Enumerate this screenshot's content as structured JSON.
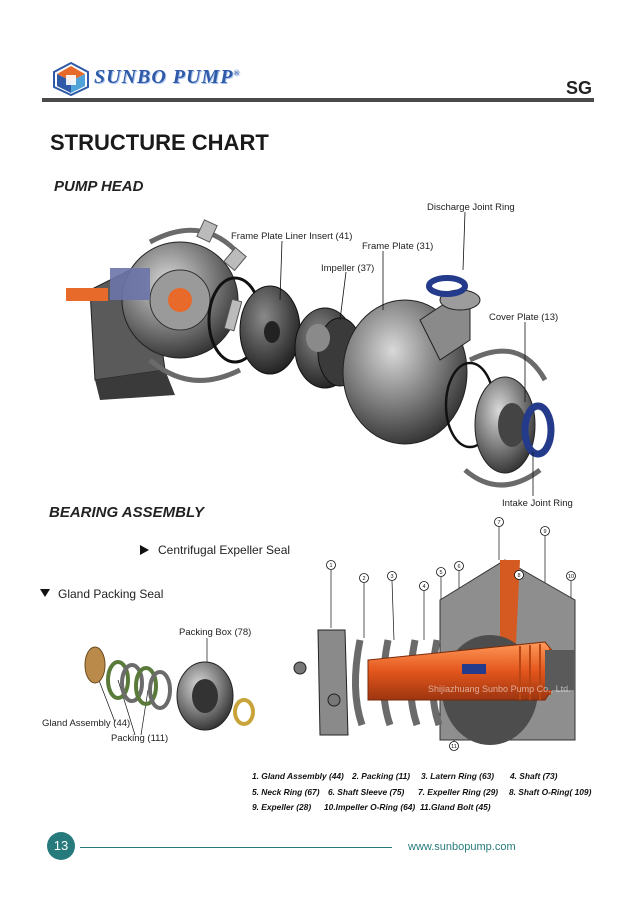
{
  "header": {
    "brand": "SUNBO PUMP",
    "registered_mark": "®",
    "model": "SG",
    "logo_icon": "hexagon-cube-logo-icon"
  },
  "page_title": "STRUCTURE CHART",
  "pump_head": {
    "heading": "PUMP HEAD",
    "callouts": {
      "discharge_joint_ring": "Discharge Joint Ring",
      "frame_plate_liner_insert": "Frame Plate Liner Insert (41)",
      "frame_plate": "Frame Plate (31)",
      "impeller": "Impeller (37)",
      "cover_plate": "Cover Plate (13)",
      "intake_joint_ring": "Intake Joint Ring"
    }
  },
  "bearing_assembly": {
    "heading": "BEARING ASSEMBLY",
    "centrifugal_seal": "Centrifugal Expeller Seal",
    "gland_seal": "Gland Packing Seal",
    "gland_callouts": {
      "packing_box": "Packing Box (78)",
      "gland_assembly": "Gland Assembly (44)",
      "packing": "Packing (111)"
    },
    "numbers": [
      "1",
      "2",
      "3",
      "4",
      "5",
      "6",
      "7",
      "8",
      "9",
      "10",
      "11"
    ],
    "watermark": "Shijiazhuang Sunbo Pump Co., Ltd.",
    "legend": [
      [
        "1. Gland Assembly (44)",
        "2. Packing (11)",
        "3. Latern Ring (63)",
        "4. Shaft (73)"
      ],
      [
        "5. Neck Ring (67)",
        "6. Shaft Sleeve (75)",
        "7. Expeller Ring  (29)",
        "8. Shaft O-Ring( 109)"
      ],
      [
        "9. Expeller (28)",
        "10.Impeller O-Ring (64)",
        "11.Gland Bolt (45)"
      ]
    ]
  },
  "footer": {
    "page_number": "13",
    "website": "www.sunbopump.com"
  },
  "colors": {
    "brand_blue": "#2f5aa8",
    "accent_orange": "#e86a2a",
    "teal": "#267a7c",
    "seal_blue": "#243a8a"
  }
}
